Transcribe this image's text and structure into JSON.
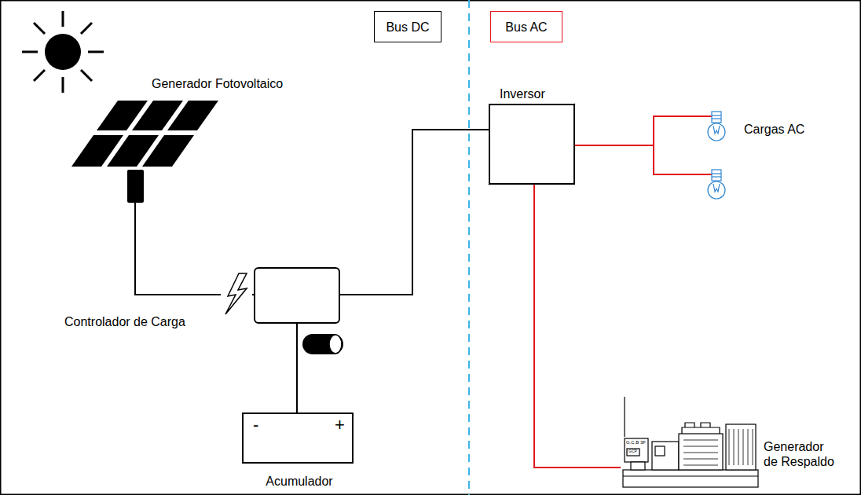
{
  "diagram": {
    "nodes": [
      {
        "text": [
          "Bus DC"
        ]
      },
      {
        "text": [
          "Bus AC"
        ]
      },
      {
        "text": [
          "Generador Fotovoltaico"
        ]
      },
      {
        "text": [
          "Controlador de Carga"
        ]
      },
      {
        "text": [
          "-",
          "+",
          "Acumulador"
        ]
      },
      {
        "text": [
          "Inversor"
        ]
      },
      {
        "text": [
          "Cargas AC"
        ]
      },
      {
        "text": [
          "Generador de Respaldo"
        ]
      }
    ],
    "edges": [
      {
        "from": 2,
        "to": 3,
        "arrow": "none"
      },
      {
        "from": 3,
        "to": 4,
        "arrow": "none"
      },
      {
        "from": 3,
        "to": 5,
        "arrow": "none"
      },
      {
        "from": 5,
        "to": 6,
        "arrow": "none"
      },
      {
        "from": 5,
        "to": 7,
        "arrow": "none"
      }
    ],
    "labels": [
      "G.C.B 3F",
      "GCP"
    ]
  }
}
